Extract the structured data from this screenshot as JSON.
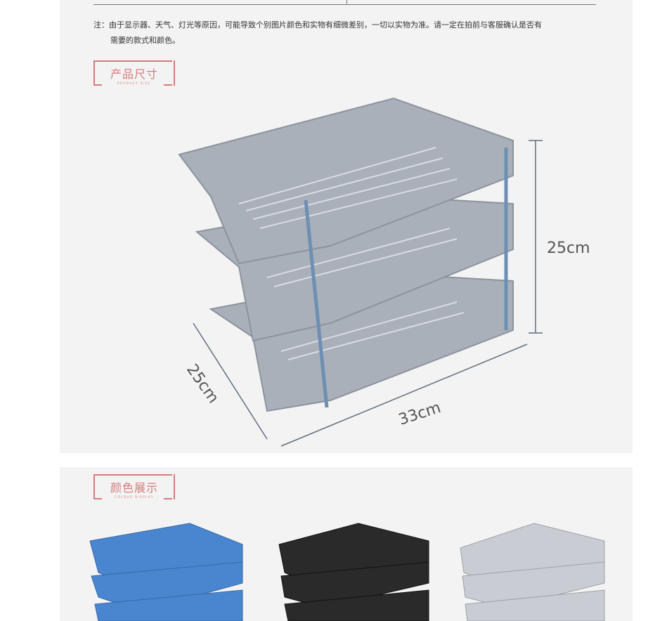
{
  "note": {
    "line1": "注：由于显示器、天气、灯光等原因，可能导致个别图片颜色和实物有细微差别，一切以实物为准。请一定在拍前与客服确认是否有",
    "line2": "需要的款式和颜色。"
  },
  "size_section": {
    "title": "产品尺寸",
    "subtitle": "PRODUCT SIZE",
    "height_label": "25cm",
    "depth_label": "25cm",
    "width_label": "33cm"
  },
  "color_section": {
    "title": "颜色展示",
    "subtitle": "COLOUR DISPLAY",
    "colors": [
      "#4a86d0",
      "#2a2a2a",
      "#c9cdd3"
    ]
  }
}
